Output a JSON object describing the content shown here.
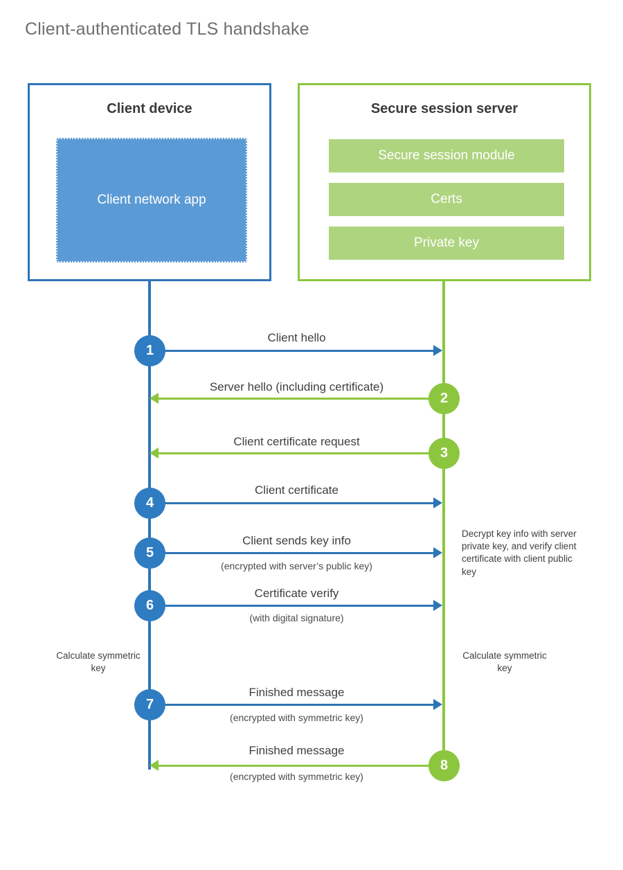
{
  "title": "Client-authenticated TLS handshake",
  "colors": {
    "client_blue": "#2e75b6",
    "client_circle_blue": "#2e7cc2",
    "client_app_fill": "#5b9bd5",
    "server_green": "#8cc63e",
    "server_bar_fill": "#aed47f",
    "title_gray": "#6d6e71",
    "text_dark": "#3a3a3c",
    "background": "#ffffff"
  },
  "client": {
    "title": "Client device",
    "app_label": "Client network app"
  },
  "server": {
    "title": "Secure session server",
    "components": [
      {
        "label": "Secure session module"
      },
      {
        "label": "Certs"
      },
      {
        "label": "Private key"
      }
    ]
  },
  "steps": [
    {
      "number": "1",
      "label": "Client hello",
      "sub": "",
      "direction": "client-to-server",
      "color": "blue"
    },
    {
      "number": "2",
      "label": "Server hello (including certificate)",
      "sub": "",
      "direction": "server-to-client",
      "color": "green"
    },
    {
      "number": "3",
      "label": "Client certificate request",
      "sub": "",
      "direction": "server-to-client",
      "color": "green"
    },
    {
      "number": "4",
      "label": "Client certificate",
      "sub": "",
      "direction": "client-to-server",
      "color": "blue"
    },
    {
      "number": "5",
      "label": "Client sends key info",
      "sub": "(encrypted with server’s public key)",
      "direction": "client-to-server",
      "color": "blue"
    },
    {
      "number": "6",
      "label": "Certificate verify",
      "sub": "(with digital signature)",
      "direction": "client-to-server",
      "color": "blue"
    },
    {
      "number": "7",
      "label": "Finished message",
      "sub": "(encrypted with symmetric key)",
      "direction": "client-to-server",
      "color": "blue"
    },
    {
      "number": "8",
      "label": "Finished message",
      "sub": "(encrypted with symmetric key)",
      "direction": "server-to-client",
      "color": "green"
    }
  ],
  "annotations": {
    "server_decrypt_note": "Decrypt key info with server private key, and verify client certificate with client public key",
    "client_calculate_note": "Calculate symmetric key",
    "server_calculate_note": "Calculate symmetric key"
  }
}
